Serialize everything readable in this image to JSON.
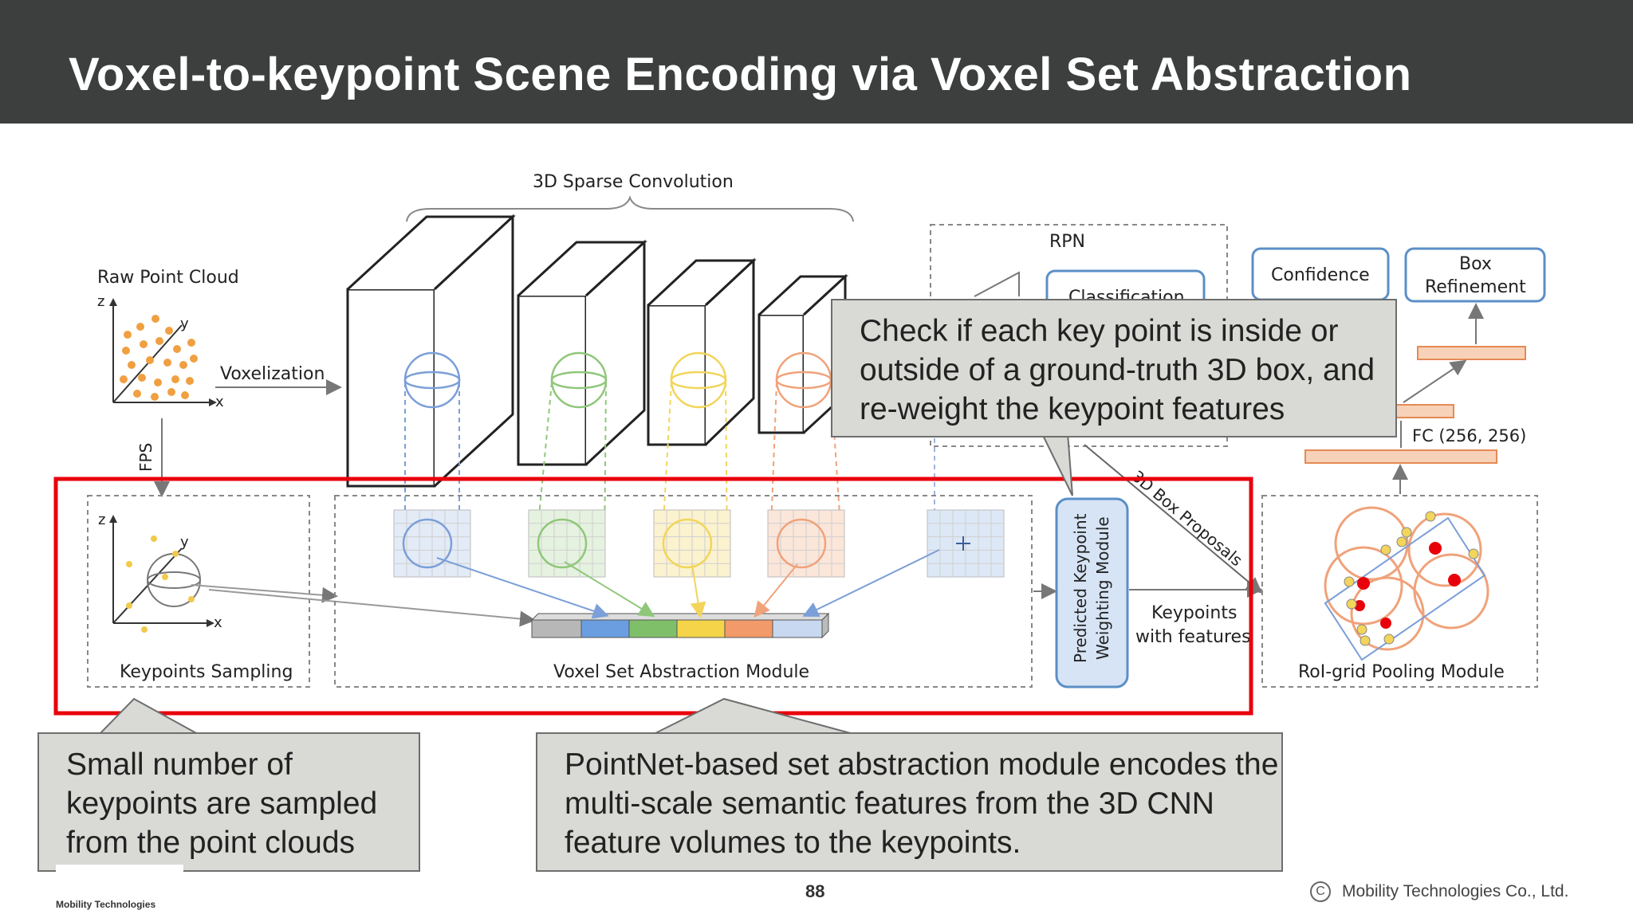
{
  "slide": {
    "title": "Voxel-to-keypoint Scene Encoding via Voxel Set Abstraction",
    "page_number": "88",
    "copyright_text": "Mobility Technologies Co., Ltd.",
    "logo_text": "Mobility Technologies"
  },
  "diagram": {
    "sparse_conv": "3D Sparse Convolution",
    "raw_point_cloud": "Raw Point Cloud",
    "voxelization": "Voxelization",
    "fps": "FPS",
    "rpn": "RPN",
    "classification": "Classification",
    "confidence": "Confidence",
    "box_refinement_1": "Box",
    "box_refinement_2": "Refinement",
    "fc": "FC (256, 256)",
    "box_proposals": "3D Box Proposals",
    "keypoints_sampling": "Keypoints Sampling",
    "vsa_module": "Voxel Set Abstraction Module",
    "pkw_module_1": "Predicted Keypoint",
    "pkw_module_2": "Weighting Module",
    "keypoints_features_1": "Keypoints",
    "keypoints_features_2": "with features",
    "roi_grid": "RoI-grid Pooling Module",
    "axis_x": "x",
    "axis_y": "y",
    "axis_z": "z",
    "colors": {
      "blue": "#7b9fd8",
      "green": "#8fc77a",
      "yellow": "#f2d55a",
      "orange": "#f0a27a",
      "highlight_red": "#e8000b"
    }
  },
  "callouts": {
    "top_right": "Check if each key point is inside or outside of a ground-truth 3D box, and re-weight the keypoint features",
    "bottom_left": "Small number of keypoints are sampled from the point clouds",
    "bottom_middle": "PointNet-based set abstraction module encodes the multi-scale semantic features from the 3D CNN feature volumes to the keypoints."
  }
}
